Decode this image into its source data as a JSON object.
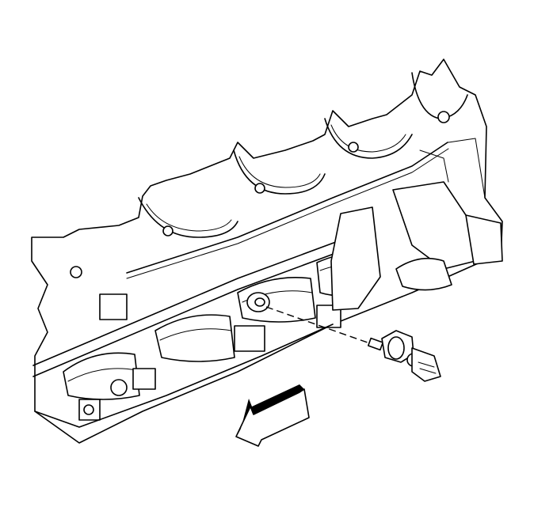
{
  "figure": {
    "background": "#ffffff",
    "line_color": "#000000",
    "components": {
      "engine_block": "engine-block-lower-crankcase",
      "sensor": "knock-sensor",
      "arrow": "front-direction-arrow"
    }
  }
}
